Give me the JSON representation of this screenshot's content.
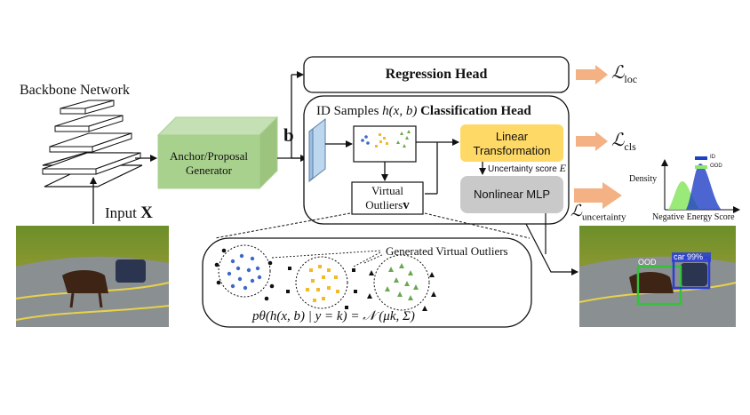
{
  "backbone": {
    "title": "Backbone Network"
  },
  "input": {
    "label": "Input",
    "symbol": "X"
  },
  "anchor_generator": {
    "line1": "Anchor/Proposal",
    "line2": "Generator"
  },
  "feature_symbol": "b",
  "regression_head": {
    "label": "Regression Head",
    "loss": "ℒ",
    "loss_sub": "loc"
  },
  "classification": {
    "id_samples_prefix": "ID Samples",
    "id_samples_math": "h(x, b)",
    "head_label": "Classification Head",
    "linear_transform": {
      "line1": "Linear",
      "line2": "Transformation"
    },
    "loss": "ℒ",
    "loss_sub": "cls",
    "virtual_outliers": {
      "line1": "Virtual",
      "line2": "Outliers",
      "symbol": "v"
    },
    "uncertainty_score": "Uncertainty score",
    "uncertainty_symbol": "E",
    "nonlinear_mlp": "Nonlinear MLP",
    "uncertainty_loss": "ℒ",
    "uncertainty_loss_sub": "uncertainty"
  },
  "density_plot": {
    "ylabel": "Density",
    "xlabel": "Negative Energy Score",
    "legend": [
      {
        "name": "ID",
        "color": "#1f3fc4"
      },
      {
        "name": "OOD",
        "color": "#8ee86a"
      }
    ]
  },
  "outliers_panel": {
    "label": "Generated Virtual Outliers",
    "formula": "pθ(h(x, b) | y = k) = 𝒩 (μk, Σ)",
    "cluster_colors": [
      "#3d68c9",
      "#f2b928",
      "#6aa84f"
    ]
  },
  "detections": [
    {
      "label": "OOD",
      "color": "#34c23a"
    },
    {
      "label": "car 99%",
      "color": "#2a3fd6"
    }
  ],
  "colors": {
    "anchor_box": "#a9d18e",
    "linear_box": "#ffd966",
    "mlp_box": "#c9c9c9",
    "loss_arrow": "#f4b183",
    "feature_map": "#bdd7ee"
  }
}
